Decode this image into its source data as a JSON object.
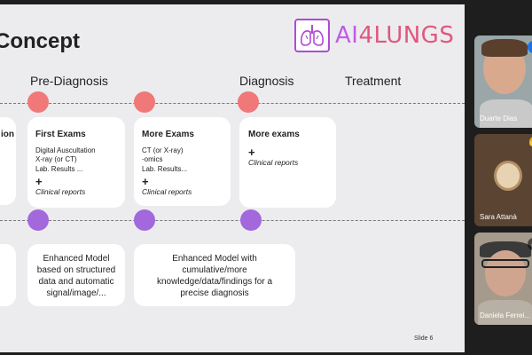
{
  "slide": {
    "title": "Concept",
    "logo": {
      "part1": "AI",
      "part2": "4",
      "part3": "LUNGS"
    },
    "phases": [
      "Pre-Diagnosis",
      "Diagnosis",
      "Treatment"
    ],
    "cards": [
      {
        "title": "ion"
      },
      {
        "title": "First Exams",
        "lines": [
          "Digital Auscultation",
          "X-ray (or CT)",
          "Lab. Results ..."
        ],
        "plus": "+",
        "italic": "Clinical reports"
      },
      {
        "title": "More Exams",
        "lines": [
          "CT (or X-ray)",
          "-omics",
          "Lab. Results..."
        ],
        "plus": "+",
        "italic": "Clinical reports"
      },
      {
        "title": "More exams",
        "plus": "+",
        "italic": "Clinical reports"
      }
    ],
    "bottom_cards": [
      {
        "text": "Enhanced Model based on structured data and automatic signal/image/..."
      },
      {
        "text": "Enhanced Model with cumulative/more knowledge/data/findings for a precise diagnosis"
      }
    ],
    "slide_number": "Slide 6"
  },
  "participants": [
    {
      "name": "Duarte Dias"
    },
    {
      "name": "Sara Attanà"
    },
    {
      "name": "Daniela Ferrei..."
    }
  ],
  "colors": {
    "red_dot": "#f07878",
    "purple_dot": "#a268dc",
    "logo_purple": "#c25ae6",
    "logo_pink": "#e0577e"
  }
}
